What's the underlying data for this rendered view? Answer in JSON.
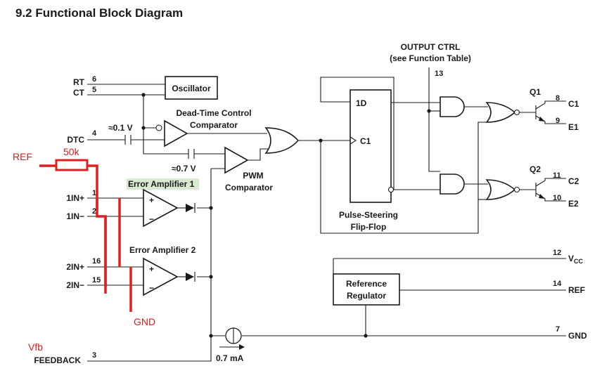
{
  "title": "9.2   Functional Block Diagram",
  "pins": {
    "rt": {
      "name": "RT",
      "num": "6"
    },
    "ct": {
      "name": "CT",
      "num": "5"
    },
    "dtc": {
      "name": "DTC",
      "num": "4"
    },
    "in1p": {
      "name": "1IN+",
      "num": "1"
    },
    "in1m": {
      "name": "1IN−",
      "num": "2"
    },
    "in2p": {
      "name": "2IN+",
      "num": "16"
    },
    "in2m": {
      "name": "2IN−",
      "num": "15"
    },
    "feedback": {
      "name": "FEEDBACK",
      "num": "3"
    },
    "c1": {
      "name": "C1",
      "num": "8"
    },
    "e1": {
      "name": "E1",
      "num": "9"
    },
    "c2": {
      "name": "C2",
      "num": "11"
    },
    "e2": {
      "name": "E2",
      "num": "10"
    },
    "vcc": {
      "name": "V",
      "sub": "CC",
      "num": "12"
    },
    "ref": {
      "name": "REF",
      "num": "14"
    },
    "gnd": {
      "name": "GND",
      "num": "7"
    },
    "outctrl": {
      "name_line1": "OUTPUT CTRL",
      "name_line2": "(see Function Table)",
      "num": "13"
    }
  },
  "blocks": {
    "oscillator": "Oscillator",
    "dtc_line1": "Dead-Time Control",
    "dtc_line2": "Comparator",
    "pwm_line1": "PWM",
    "pwm_line2": "Comparator",
    "ea1": "Error Amplifier 1",
    "ea2": "Error Amplifier 2",
    "ff_line1": "Pulse-Steering",
    "ff_line2": "Flip-Flop",
    "ff_d": "1D",
    "ff_c": "C1",
    "ref_line1": "Reference",
    "ref_line2": "Regulator",
    "q1": "Q1",
    "q2": "Q2"
  },
  "values": {
    "v01": "≈0.1 V",
    "v07": "≈0.7 V",
    "ma07": "0.7 mA",
    "plus": "+",
    "minus": "−"
  },
  "annotations": {
    "ref": "REF",
    "r50k": "50k",
    "gnd": "GND",
    "vfb": "Vfb"
  },
  "colors": {
    "annotation": "#e02020",
    "highlight": "#d9ead3"
  }
}
